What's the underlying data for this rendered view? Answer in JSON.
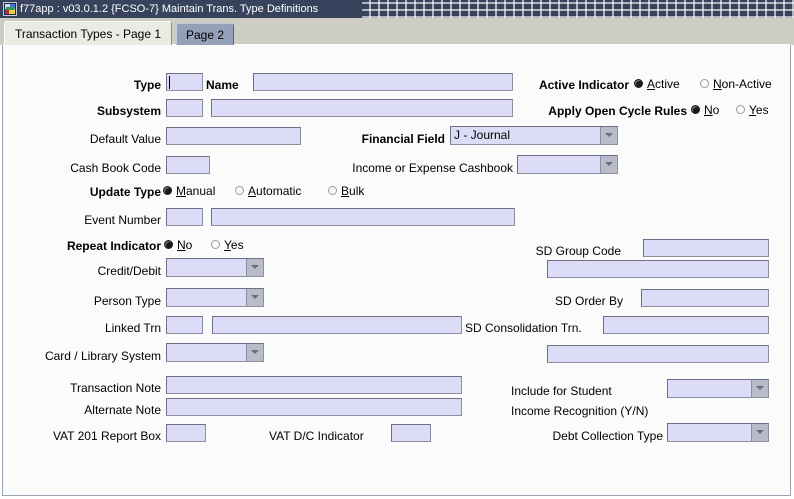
{
  "window": {
    "icon": "app-icon",
    "title": "f77app : v03.0.1.2  {FCSO-7} Maintain Trans. Type Definitions",
    "titlebar_color": "#37435c"
  },
  "tabs": [
    {
      "label": "Transaction Types - Page 1",
      "active": true
    },
    {
      "label": "Page 2",
      "active": false
    }
  ],
  "form": {
    "labels": {
      "type": "Type",
      "name": "Name",
      "subsystem": "Subsystem",
      "default_value": "Default Value",
      "cash_book_code": "Cash Book Code",
      "update_type": "Update Type",
      "event_number": "Event Number",
      "repeat_indicator": "Repeat Indicator",
      "credit_debit": "Credit/Debit",
      "person_type": "Person Type",
      "linked_trn": "Linked Trn",
      "card_library_system": "Card / Library System",
      "transaction_note": "Transaction Note",
      "alternate_note": "Alternate Note",
      "vat_201_report_box": "VAT 201 Report Box",
      "vat_dc_indicator": "VAT D/C Indicator",
      "active_indicator": "Active Indicator",
      "apply_open_cycle_rules": "Apply Open Cycle Rules",
      "financial_field": "Financial Field",
      "income_or_expense_cashbook": "Income or Expense Cashbook",
      "sd_group_code": "SD Group Code",
      "sd_order_by": "SD Order By",
      "sd_consolidation_trn": "SD Consolidation Trn.",
      "include_for_student_line1": "Include for Student",
      "include_for_student_line2": "Income Recognition (Y/N)",
      "debt_collection_type": "Debt Collection Type"
    },
    "values": {
      "type": "",
      "name": "",
      "subsystem_code": "",
      "subsystem_desc": "",
      "default_value": "",
      "cash_book_code": "",
      "event_number_code": "",
      "event_number_desc": "",
      "credit_debit": "",
      "person_type": "",
      "linked_trn_code": "",
      "linked_trn_desc": "",
      "card_library_system": "",
      "transaction_note": "",
      "alternate_note": "",
      "vat_201_report_box": "",
      "vat_dc_indicator": "",
      "financial_field": "J - Journal",
      "income_or_expense_cashbook": "",
      "sd_group_code": "",
      "sd_group_desc": "",
      "sd_order_by": "",
      "sd_consolidation_trn": "",
      "sd_consolidation_desc": "",
      "include_for_student": "",
      "debt_collection_type": ""
    },
    "radios": {
      "active_indicator": [
        {
          "label": "Active",
          "accel": "A",
          "selected": true
        },
        {
          "label": "Non-Active",
          "accel": "N",
          "selected": false
        }
      ],
      "apply_open_cycle_rules": [
        {
          "label": "No",
          "accel": "N",
          "selected": true
        },
        {
          "label": "Yes",
          "accel": "Y",
          "selected": false
        }
      ],
      "update_type": [
        {
          "label": "Manual",
          "accel": "M",
          "selected": true
        },
        {
          "label": "Automatic",
          "accel": "A",
          "selected": false
        },
        {
          "label": "Bulk",
          "accel": "B",
          "selected": false
        }
      ],
      "repeat_indicator": [
        {
          "label": "No",
          "accel": "N",
          "selected": true
        },
        {
          "label": "Yes",
          "accel": "Y",
          "selected": false
        }
      ]
    }
  },
  "colors": {
    "field_fill": "#dcdcf7",
    "canvas": "#fbfbfb",
    "tab_active": "#ebebe4",
    "tab_inactive": "#94a0b8",
    "tabstrip": "#cdcdc4"
  }
}
